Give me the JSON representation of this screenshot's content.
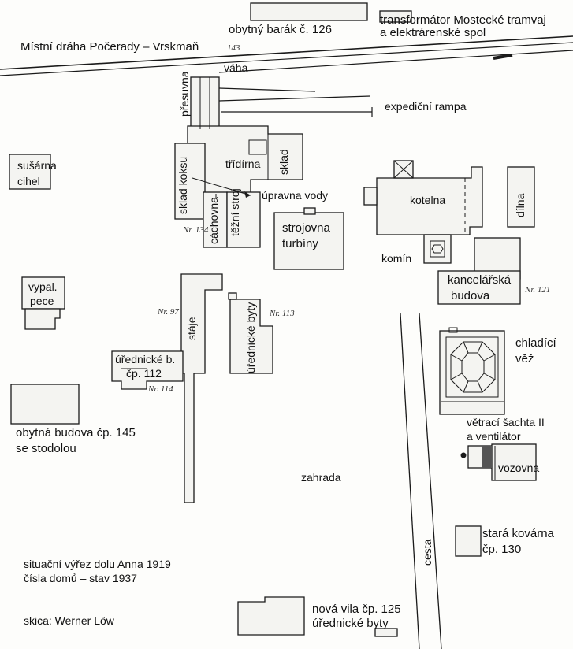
{
  "map": {
    "railway": "Místní dráha Počerady – Vrskmaň",
    "rail_mark": "143",
    "barracks": "obytný barák č. 126",
    "transformer_line1": "transformátor Mostecké tramvaj",
    "transformer_line2": "a elektrárenské spol",
    "scale_house": "váha",
    "transfer_table": "přesuvna",
    "dispatch_ramp": "expediční rampa",
    "brick_dryer_line1": "sušárna",
    "brick_dryer_line2": "cihel",
    "coke_store": "sklad koksu",
    "sorting_plant": "třídírna",
    "store": "sklad",
    "water_treatment": "úpravna vody",
    "boiler_house": "kotelna",
    "workshop": "dílna",
    "shaft_house": "cáchovna",
    "hoist_engine": "těžní stroj",
    "turbine_house_line1": "strojovna",
    "turbine_house_line2": "turbíny",
    "chimney": "komín",
    "office_line1": "kancelářská",
    "office_line2": "budova",
    "kilns_line1": "vypal.",
    "kilns_line2": "pece",
    "stable": "stáje",
    "officials_flats_113": "úřednické byty",
    "officials_112_line1": "úřednické b.",
    "officials_112_line2": "čp. 112",
    "cooling_tower_line1": "chladící",
    "cooling_tower_line2": "věž",
    "vent_shaft_line1": "větrací šachta II",
    "vent_shaft_line2": "a ventilátor",
    "coach_house": "vozovna",
    "residential_145_line1": "obytná budova čp. 145",
    "residential_145_line2": "se stodolou",
    "garden": "zahrada",
    "road": "cesta",
    "old_smithy_line1": "stará kovárna",
    "old_smithy_line2": "čp. 130",
    "caption_line1": "situační výřez dolu Anna 1919",
    "caption_line2": "čísla domů – stav 1937",
    "new_villa_line1": "nová vila čp. 125",
    "new_villa_line2": "úřednické byty",
    "sketch_credit": "skica: Werner Löw",
    "nr_134": "Nr. 134",
    "nr_121": "Nr. 121",
    "nr_97": "Nr. 97",
    "nr_113": "Nr. 113",
    "nr_114": "Nr. 114"
  },
  "colors": {
    "ink": "#1a1a1a",
    "paper": "#fdfdfb",
    "fill": "#f4f4f1"
  }
}
